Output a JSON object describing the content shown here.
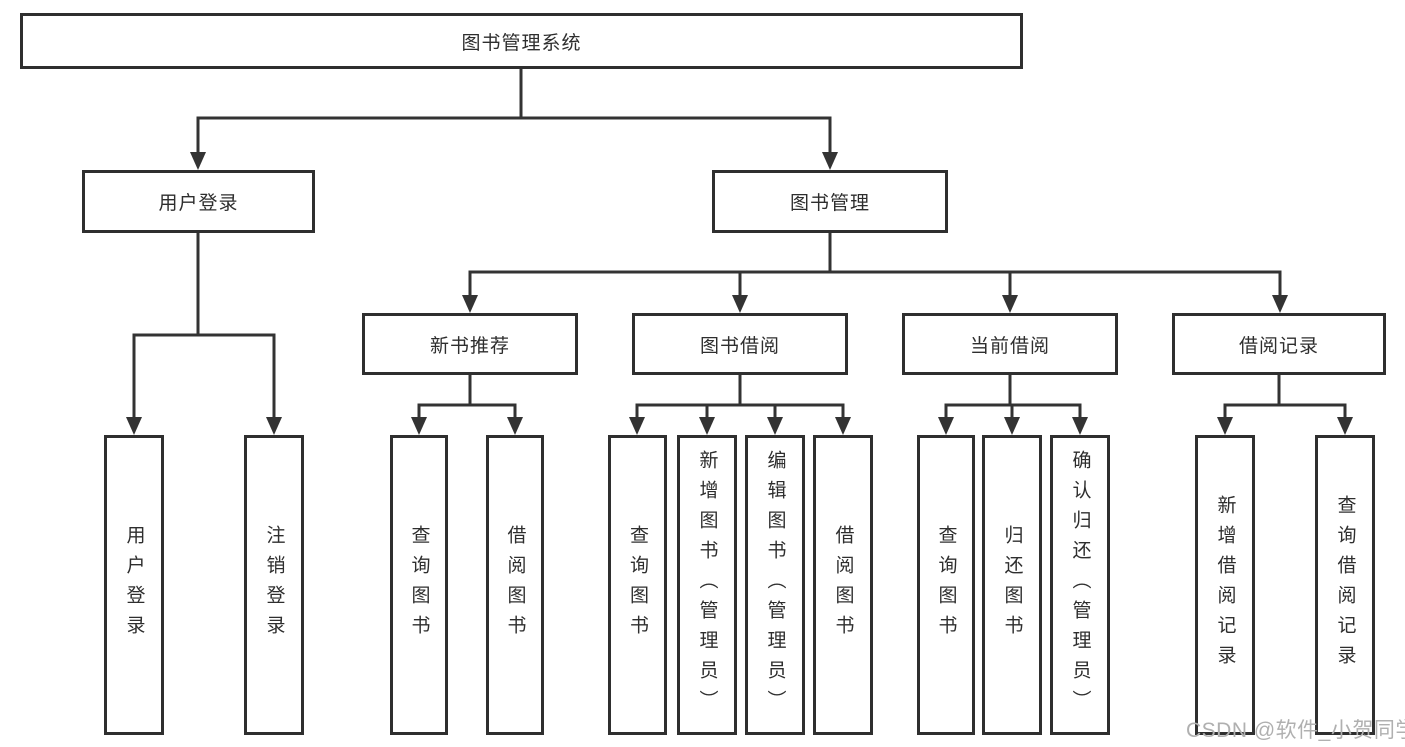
{
  "tree": {
    "label": "图书管理系统",
    "children": [
      {
        "label": "用户登录",
        "children": [
          {
            "label": "用户登录"
          },
          {
            "label": "注销登录"
          }
        ]
      },
      {
        "label": "图书管理",
        "children": [
          {
            "label": "新书推荐",
            "children": [
              {
                "label": "查询图书"
              },
              {
                "label": "借阅图书"
              }
            ]
          },
          {
            "label": "图书借阅",
            "children": [
              {
                "label": "查询图书"
              },
              {
                "label": "新增图书（管理员）"
              },
              {
                "label": "编辑图书（管理员）"
              },
              {
                "label": "借阅图书"
              }
            ]
          },
          {
            "label": "当前借阅",
            "children": [
              {
                "label": "查询图书"
              },
              {
                "label": "归还图书"
              },
              {
                "label": "确认归还（管理员）"
              }
            ]
          },
          {
            "label": "借阅记录",
            "children": [
              {
                "label": "新增借阅记录"
              },
              {
                "label": "查询借阅记录"
              }
            ]
          }
        ]
      }
    ]
  },
  "watermark": "CSDN @软件_小贺同学",
  "colors": {
    "line": "#333333",
    "box_border": "#2f2f2f",
    "text": "#2e2e2e",
    "watermark": "#b0b0b0",
    "background": "#ffffff"
  }
}
